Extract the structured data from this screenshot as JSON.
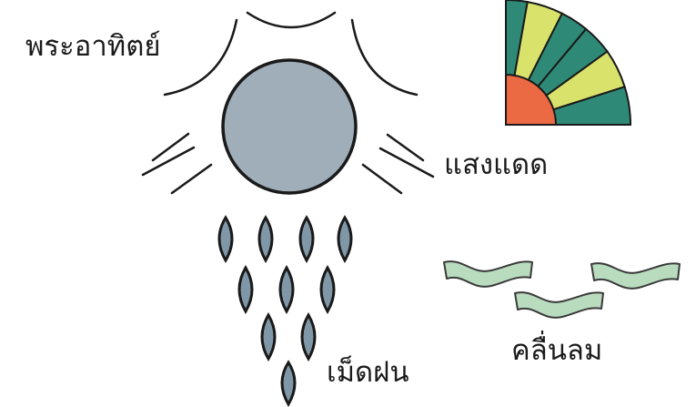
{
  "labels": {
    "sun": "พระอาทิตย์",
    "sunlight": "แสงแดด",
    "raindrops": "เม็ดฝน",
    "waves": "คลื่นลม"
  },
  "colors": {
    "outline": "#1a1a1a",
    "sun_fill": "#a0aeb9",
    "drop_fill": "#7f97a6",
    "wave_fill": "#b9dcbf",
    "wave_stroke": "#3a3a3a",
    "fan_teal": "#2e8a76",
    "fan_yellow": "#d9e36c",
    "fan_orange": "#ec6a43"
  },
  "icons": {
    "sun": "circle-sun-icon",
    "rays": "ray-line-icon",
    "drops": "raindrop-icon",
    "waves": "wave-ribbon-icon",
    "fan": "quarter-fan-icon"
  }
}
